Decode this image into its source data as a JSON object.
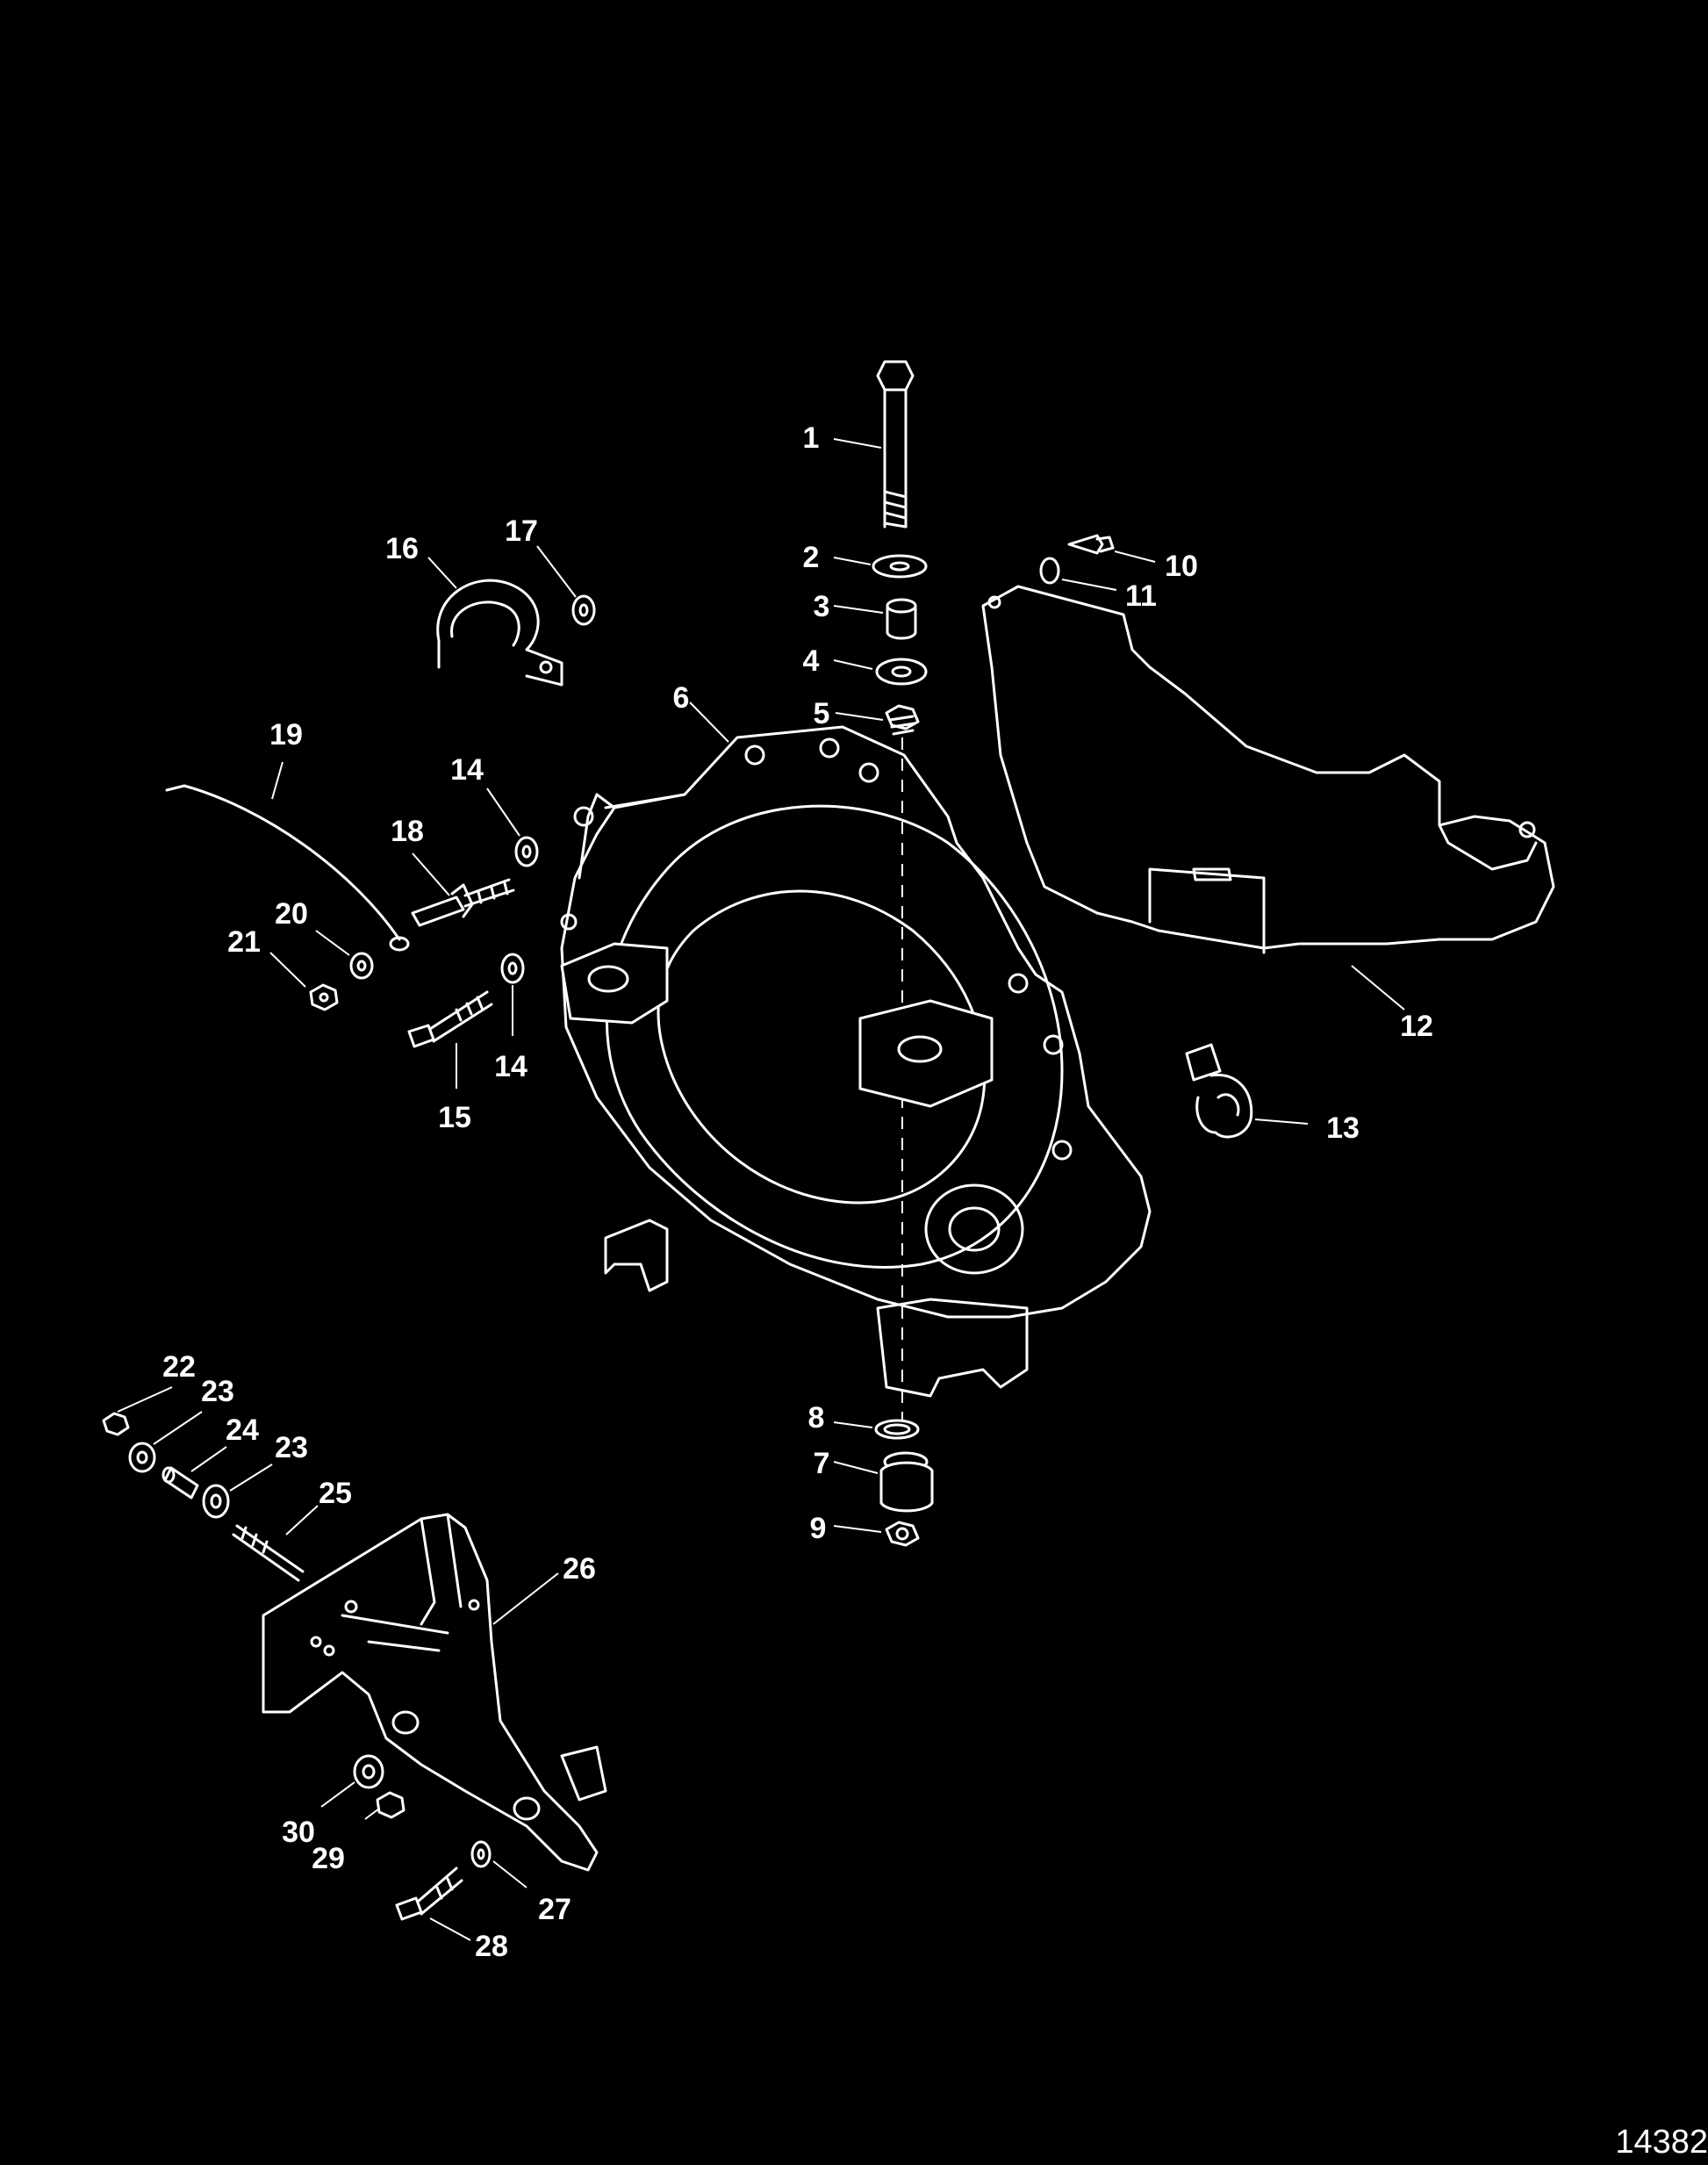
{
  "figure_id": "14382",
  "callouts": [
    {
      "id": "c1",
      "label": "1"
    },
    {
      "id": "c2",
      "label": "2"
    },
    {
      "id": "c3",
      "label": "3"
    },
    {
      "id": "c4",
      "label": "4"
    },
    {
      "id": "c5",
      "label": "5"
    },
    {
      "id": "c6",
      "label": "6"
    },
    {
      "id": "c7",
      "label": "7"
    },
    {
      "id": "c8",
      "label": "8"
    },
    {
      "id": "c9",
      "label": "9"
    },
    {
      "id": "c10",
      "label": "10"
    },
    {
      "id": "c11",
      "label": "11"
    },
    {
      "id": "c12",
      "label": "12"
    },
    {
      "id": "c13",
      "label": "13"
    },
    {
      "id": "c14a",
      "label": "14"
    },
    {
      "id": "c14b",
      "label": "14"
    },
    {
      "id": "c15",
      "label": "15"
    },
    {
      "id": "c16",
      "label": "16"
    },
    {
      "id": "c17",
      "label": "17"
    },
    {
      "id": "c18",
      "label": "18"
    },
    {
      "id": "c19",
      "label": "19"
    },
    {
      "id": "c20",
      "label": "20"
    },
    {
      "id": "c21",
      "label": "21"
    },
    {
      "id": "c22",
      "label": "22"
    },
    {
      "id": "c23a",
      "label": "23"
    },
    {
      "id": "c23b",
      "label": "23"
    },
    {
      "id": "c24",
      "label": "24"
    },
    {
      "id": "c25",
      "label": "25"
    },
    {
      "id": "c26",
      "label": "26"
    },
    {
      "id": "c27",
      "label": "27"
    },
    {
      "id": "c28",
      "label": "28"
    },
    {
      "id": "c29",
      "label": "29"
    },
    {
      "id": "c30",
      "label": "30"
    }
  ]
}
